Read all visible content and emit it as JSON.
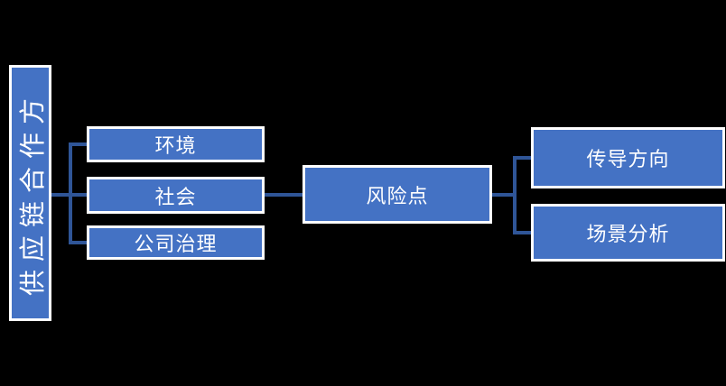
{
  "diagram": {
    "root": {
      "label": "供应链合作方"
    },
    "esg_nodes": [
      {
        "label": "环境"
      },
      {
        "label": "社会"
      },
      {
        "label": "公司治理"
      }
    ],
    "risk_node": {
      "label": "风险点"
    },
    "analysis_nodes": [
      {
        "label": "传导方向"
      },
      {
        "label": "场景分析"
      }
    ],
    "colors": {
      "background": "#000000",
      "node_fill": "#4472c4",
      "node_border": "#ffffff",
      "connector": "#2f5597",
      "text": "#ffffff"
    }
  }
}
